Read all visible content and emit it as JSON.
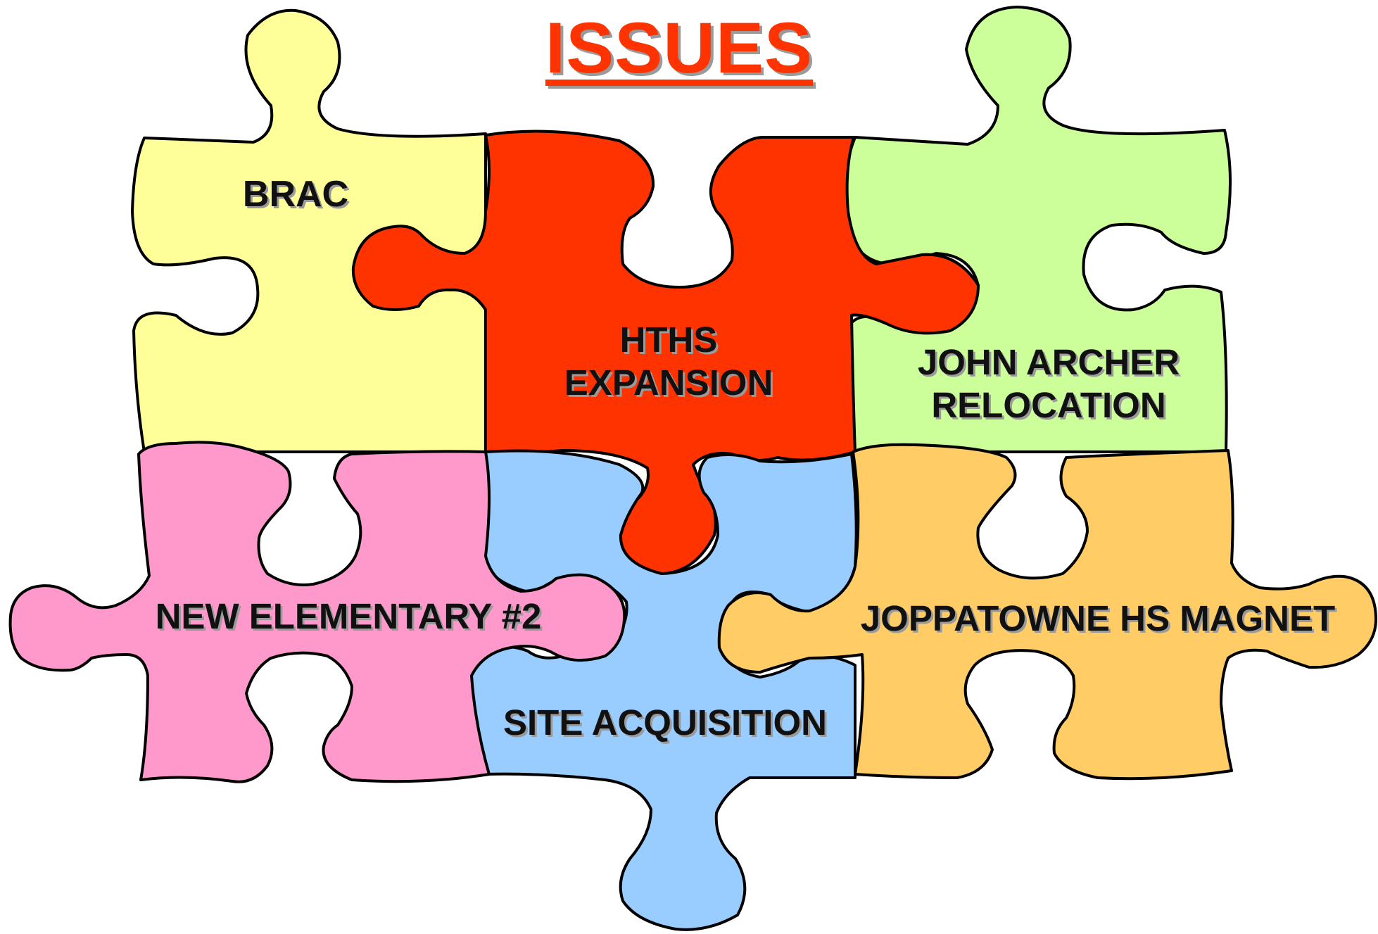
{
  "title": {
    "text": "ISSUES",
    "color": "#FF3300"
  },
  "pieces": [
    {
      "id": "brac",
      "label_lines": [
        "BRAC"
      ],
      "color": "#FFFF99"
    },
    {
      "id": "hths",
      "label_lines": [
        "HTHS",
        "EXPANSION"
      ],
      "color": "#FF3300"
    },
    {
      "id": "john-archer",
      "label_lines": [
        "JOHN ARCHER",
        "RELOCATION"
      ],
      "color": "#CCFF99"
    },
    {
      "id": "new-elementary",
      "label_lines": [
        "NEW ELEMENTARY #2"
      ],
      "color": "#FF99CC"
    },
    {
      "id": "site-acquisition",
      "label_lines": [
        "SITE ACQUISITION"
      ],
      "color": "#99CCFF"
    },
    {
      "id": "joppatowne",
      "label_lines": [
        "JOPPATOWNE HS MAGNET"
      ],
      "color": "#FFCC66"
    }
  ]
}
